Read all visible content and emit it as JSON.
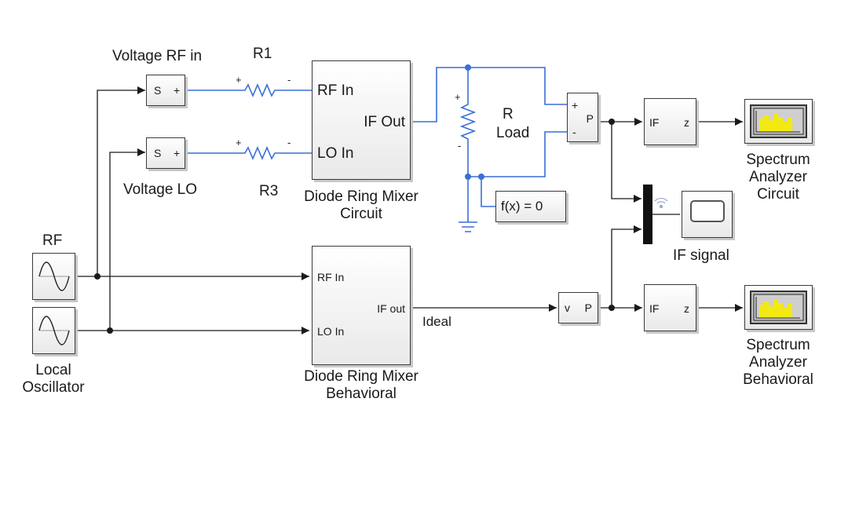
{
  "labels": {
    "voltage_rf_in": "Voltage RF in",
    "r1": "R1",
    "voltage_lo": "Voltage LO",
    "r3": "R3",
    "mixer_circuit": [
      "Diode Ring Mixer",
      "Circuit"
    ],
    "mixer_behavioral": [
      "Diode Ring Mixer",
      "Behavioral"
    ],
    "r_load": [
      "R",
      "Load"
    ],
    "rf": "RF",
    "local_oscillator": [
      "Local",
      "Oscillator"
    ],
    "spectrum_circuit": [
      "Spectrum",
      "Analyzer",
      "Circuit"
    ],
    "spectrum_behavioral": [
      "Spectrum",
      "Analyzer",
      "Behavioral"
    ],
    "if_signal": "IF signal",
    "ideal": "Ideal"
  },
  "ports": {
    "sensor_s": "S",
    "sensor_plus": "+",
    "rf_in": "RF In",
    "lo_in": "LO In",
    "if_out": "IF Out",
    "if_out_behav": "IF out",
    "plus": "+",
    "minus": "-",
    "p": "P",
    "v": "v",
    "if": "IF",
    "z": "z",
    "solver": "f(x) = 0"
  },
  "colors": {
    "physical_line": "#3a6fd8",
    "signal_line": "#1a1a1a",
    "spectrum_bars": "#f2ea12"
  }
}
